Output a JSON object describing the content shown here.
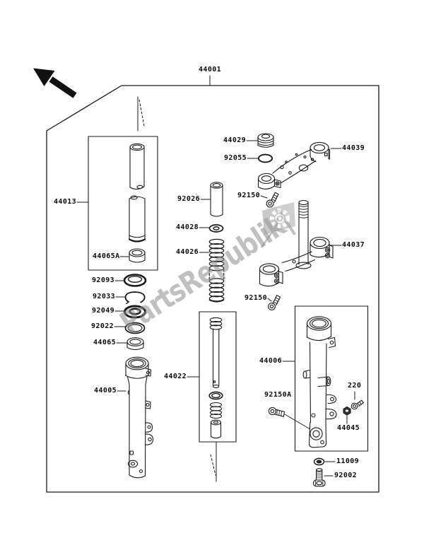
{
  "diagram": {
    "watermark_text": "PartsRepublik|",
    "labels": [
      {
        "ref": "44001",
        "text": "44001"
      },
      {
        "ref": "44013",
        "text": "44013"
      },
      {
        "ref": "44065A",
        "text": "44065A"
      },
      {
        "ref": "92093",
        "text": "92093"
      },
      {
        "ref": "92033",
        "text": "92033"
      },
      {
        "ref": "92049",
        "text": "92049"
      },
      {
        "ref": "92022",
        "text": "92022"
      },
      {
        "ref": "44065",
        "text": "44065"
      },
      {
        "ref": "44005",
        "text": "44005"
      },
      {
        "ref": "92026",
        "text": "92026"
      },
      {
        "ref": "44028",
        "text": "44028"
      },
      {
        "ref": "44026",
        "text": "44026"
      },
      {
        "ref": "92150",
        "text": "92150"
      },
      {
        "ref": "44029",
        "text": "44029"
      },
      {
        "ref": "92055",
        "text": "92055"
      },
      {
        "ref": "44039",
        "text": "44039"
      },
      {
        "ref": "44037",
        "text": "44037"
      },
      {
        "ref": "92150",
        "text": "92150"
      },
      {
        "ref": "44022",
        "text": "44022"
      },
      {
        "ref": "44006",
        "text": "44006"
      },
      {
        "ref": "92150A",
        "text": "92150A"
      },
      {
        "ref": "220",
        "text": "220"
      },
      {
        "ref": "44045",
        "text": "44045"
      },
      {
        "ref": "11009",
        "text": "11009"
      },
      {
        "ref": "92002",
        "text": "92002"
      }
    ],
    "colors": {
      "line": "#1a1a1a",
      "background": "#ffffff",
      "watermark": "#8c8c8c"
    }
  }
}
